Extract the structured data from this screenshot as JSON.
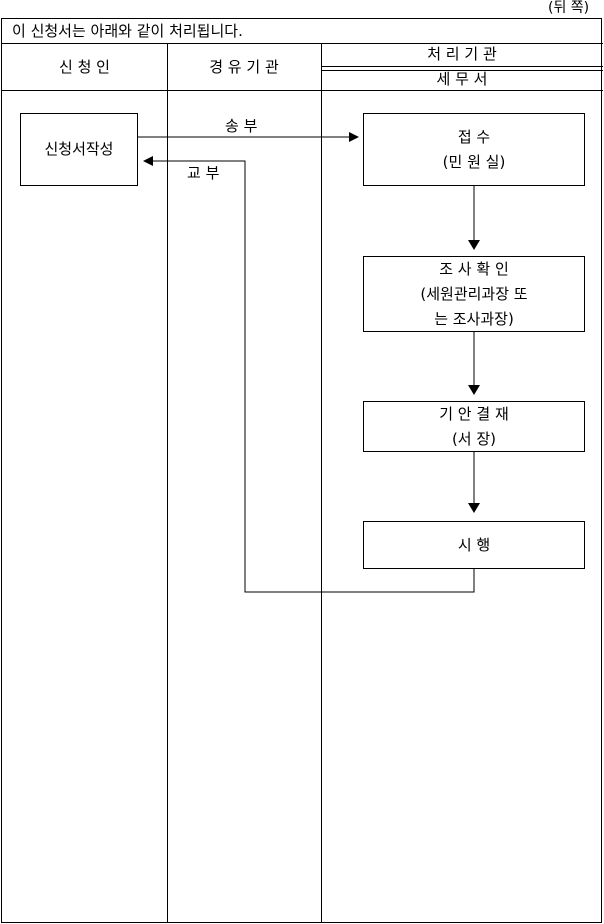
{
  "page_label": "(뒤 쪽)",
  "notice": "이 신청서는 아래와 같이 처리됩니다.",
  "columns": {
    "applicant": "신 청 인",
    "via_agency": "경 유 기 관",
    "processing_agency": "처 리 기 관",
    "tax_office": "세 무 서"
  },
  "flow": {
    "application": "신청서작성",
    "send_label": "송 부",
    "deliver_label": "교 부",
    "receipt": [
      "접 수",
      "(민 원 실)"
    ],
    "investigation": [
      "조 사 확 인",
      "(세원관리과장 또",
      "는 조사과장)"
    ],
    "approval": [
      "기 안 결 재",
      "(서 장)"
    ],
    "execution": "시 행"
  }
}
